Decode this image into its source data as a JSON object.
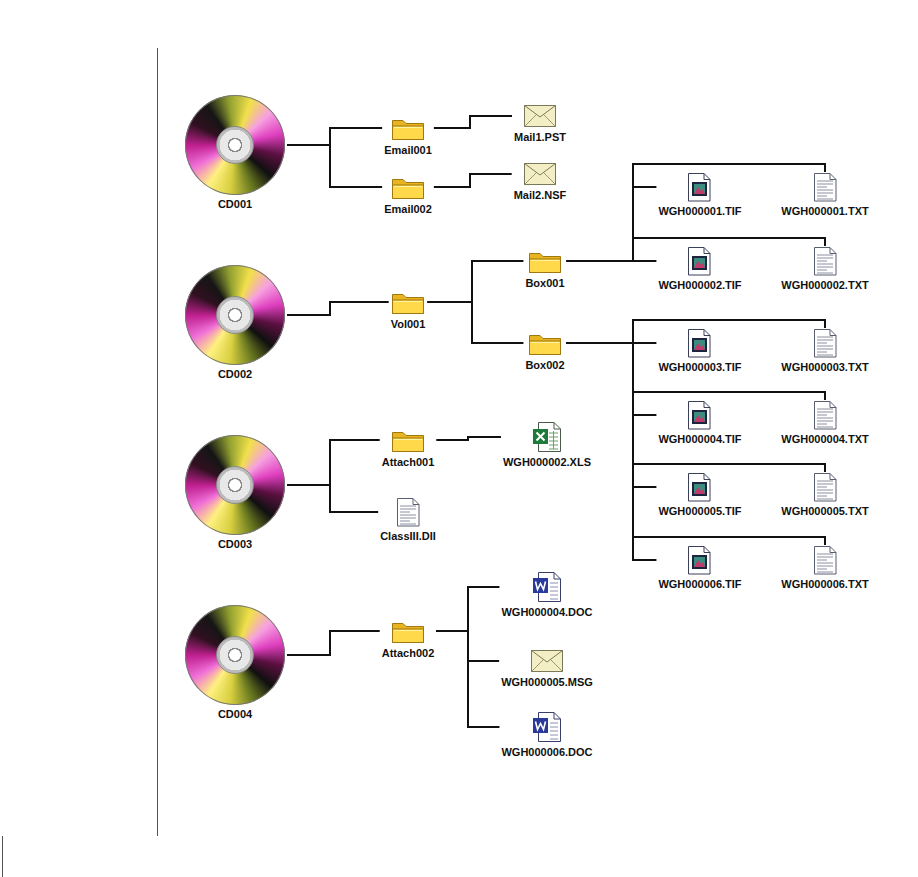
{
  "diagram": {
    "nodes": [
      {
        "text": [
          "CD001"
        ]
      },
      {
        "text": [
          "Email001"
        ]
      },
      {
        "text": [
          "Mail1.PST"
        ]
      },
      {
        "text": [
          "Email002"
        ]
      },
      {
        "text": [
          "Mail2.NSF"
        ]
      },
      {
        "text": [
          "CD002"
        ]
      },
      {
        "text": [
          "Vol001"
        ]
      },
      {
        "text": [
          "Box001"
        ]
      },
      {
        "text": [
          "WGH000001.TIF"
        ]
      },
      {
        "text": [
          "WGH000001.TXT"
        ]
      },
      {
        "text": [
          "WGH000002.TIF"
        ]
      },
      {
        "text": [
          "WGH000002.TXT"
        ]
      },
      {
        "text": [
          "Box002"
        ]
      },
      {
        "text": [
          "WGH000003.TIF"
        ]
      },
      {
        "text": [
          "WGH000003.TXT"
        ]
      },
      {
        "text": [
          "WGH000004.TIF"
        ]
      },
      {
        "text": [
          "WGH000004.TXT"
        ]
      },
      {
        "text": [
          "WGH000005.TIF"
        ]
      },
      {
        "text": [
          "WGH000005.TXT"
        ]
      },
      {
        "text": [
          "WGH000006.TIF"
        ]
      },
      {
        "text": [
          "WGH000006.TXT"
        ]
      },
      {
        "text": [
          "CD003"
        ]
      },
      {
        "text": [
          "Attach001"
        ]
      },
      {
        "text": [
          "WGH000002.XLS"
        ]
      },
      {
        "text": [
          "ClassIII.DII"
        ]
      },
      {
        "text": [
          "CD004"
        ]
      },
      {
        "text": [
          "Attach002"
        ]
      },
      {
        "text": [
          "WGH000004.DOC"
        ]
      },
      {
        "text": [
          "WGH000005.MSG"
        ]
      },
      {
        "text": [
          "WGH000006.DOC"
        ]
      }
    ],
    "edges": [
      {
        "from": 0,
        "to": 1,
        "arrow": "none"
      },
      {
        "from": 0,
        "to": 3,
        "arrow": "none"
      },
      {
        "from": 1,
        "to": 2,
        "arrow": "none"
      },
      {
        "from": 3,
        "to": 4,
        "arrow": "none"
      },
      {
        "from": 5,
        "to": 6,
        "arrow": "none"
      },
      {
        "from": 6,
        "to": 7,
        "arrow": "none"
      },
      {
        "from": 6,
        "to": 12,
        "arrow": "none"
      },
      {
        "from": 7,
        "to": 8,
        "arrow": "none"
      },
      {
        "from": 7,
        "to": 9,
        "arrow": "none"
      },
      {
        "from": 7,
        "to": 10,
        "arrow": "none"
      },
      {
        "from": 7,
        "to": 11,
        "arrow": "none"
      },
      {
        "from": 12,
        "to": 13,
        "arrow": "none"
      },
      {
        "from": 12,
        "to": 14,
        "arrow": "none"
      },
      {
        "from": 12,
        "to": 15,
        "arrow": "none"
      },
      {
        "from": 12,
        "to": 16,
        "arrow": "none"
      },
      {
        "from": 12,
        "to": 17,
        "arrow": "none"
      },
      {
        "from": 12,
        "to": 18,
        "arrow": "none"
      },
      {
        "from": 12,
        "to": 19,
        "arrow": "none"
      },
      {
        "from": 12,
        "to": 20,
        "arrow": "none"
      },
      {
        "from": 21,
        "to": 22,
        "arrow": "none"
      },
      {
        "from": 21,
        "to": 24,
        "arrow": "none"
      },
      {
        "from": 22,
        "to": 23,
        "arrow": "none"
      },
      {
        "from": 25,
        "to": 26,
        "arrow": "none"
      },
      {
        "from": 26,
        "to": 27,
        "arrow": "none"
      },
      {
        "from": 26,
        "to": 28,
        "arrow": "none"
      },
      {
        "from": 26,
        "to": 29,
        "arrow": "none"
      }
    ]
  }
}
